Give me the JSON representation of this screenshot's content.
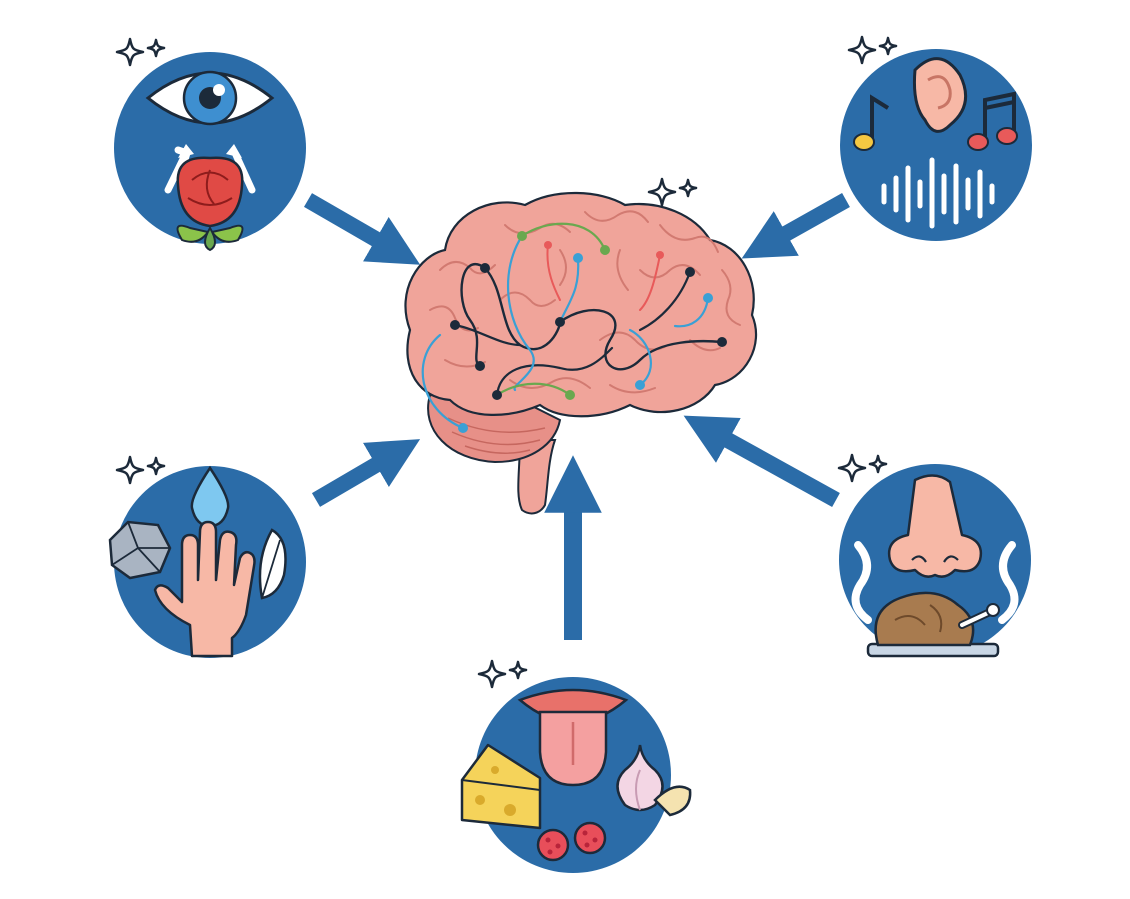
{
  "colors": {
    "circle": "#2b6ca8",
    "arrow": "#2b6ca8",
    "outline": "#1c2a3a",
    "brain": "#f0a49a",
    "brain_dark": "#d97a72",
    "sparkle": "#1c2a3a"
  },
  "senses": [
    {
      "name": "sight",
      "icons": [
        "eye-icon",
        "rose-icon"
      ]
    },
    {
      "name": "hearing",
      "icons": [
        "ear-icon",
        "music-note-icon",
        "sound-wave-icon"
      ]
    },
    {
      "name": "touch",
      "icons": [
        "hand-icon",
        "rock-icon",
        "water-drop-icon",
        "feather-icon"
      ]
    },
    {
      "name": "taste",
      "icons": [
        "tongue-icon",
        "cheese-icon",
        "garlic-icon",
        "raspberry-icon"
      ]
    },
    {
      "name": "smell",
      "icons": [
        "nose-icon",
        "roast-chicken-icon"
      ]
    }
  ],
  "center": {
    "name": "brain",
    "icons": [
      "brain-icon",
      "neural-pathways-icon"
    ]
  }
}
